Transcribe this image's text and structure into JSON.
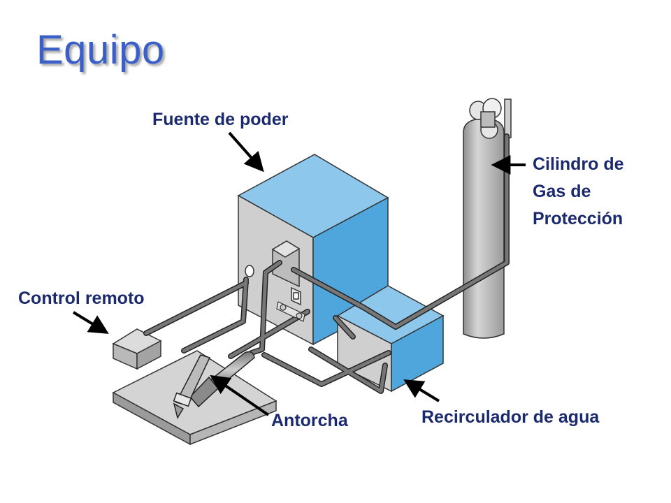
{
  "title": "Equipo",
  "labels": {
    "fuente": "Fuente de poder",
    "cilindro": "Cilindro de Gas de Protección",
    "control": "Control remoto",
    "antorcha": "Antorcha",
    "recirculador": "Recirculador de agua"
  },
  "colors": {
    "title": "#3a5fc8",
    "label": "#1b2a6e",
    "cabinet_front": "#cfcfcf",
    "cabinet_side": "#4fa6dd",
    "cabinet_top": "#8ec7ec",
    "cylinder": "#b5b5b5",
    "hose": "#555555"
  }
}
